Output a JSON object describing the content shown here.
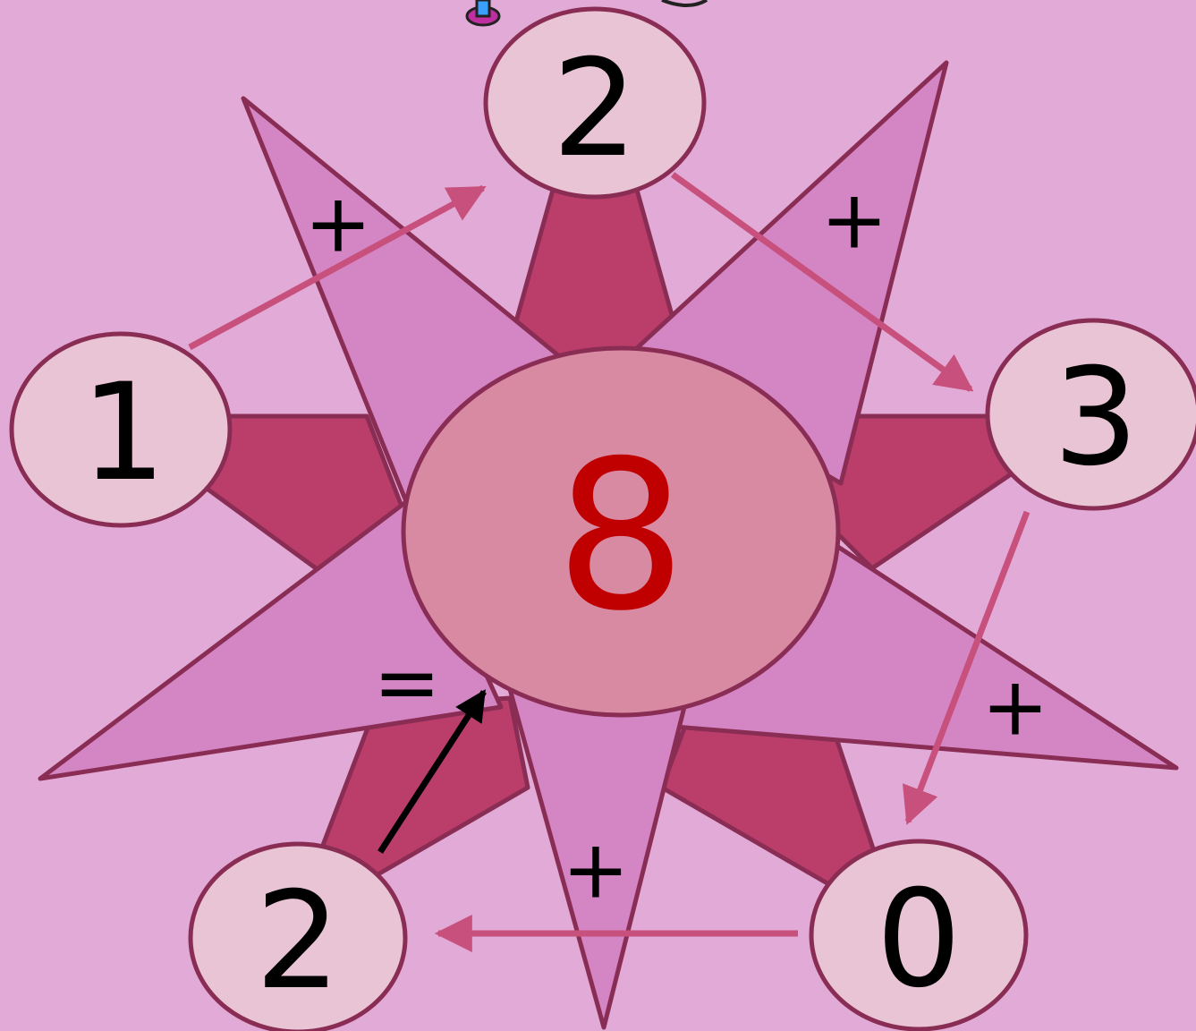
{
  "center": {
    "value": "8",
    "value_color": "#c00000"
  },
  "nodes": {
    "top": "2",
    "left": "1",
    "right": "3",
    "bottom_right": "0",
    "bottom_left": "2"
  },
  "operators": {
    "top_left": "+",
    "top_right": "+",
    "right": "+",
    "bottom": "+",
    "equals": "="
  },
  "colors": {
    "background": "#e2aad6",
    "star_light": "#d486c4",
    "star_dark": "#bb3e6a",
    "outline": "#8a2d55",
    "node_fill": "#e8c4d4",
    "center_fill": "#d88aa2",
    "arrow_pink": "#c8507c",
    "arrow_black": "#000000"
  },
  "icons": [
    "marker-icon-top"
  ]
}
